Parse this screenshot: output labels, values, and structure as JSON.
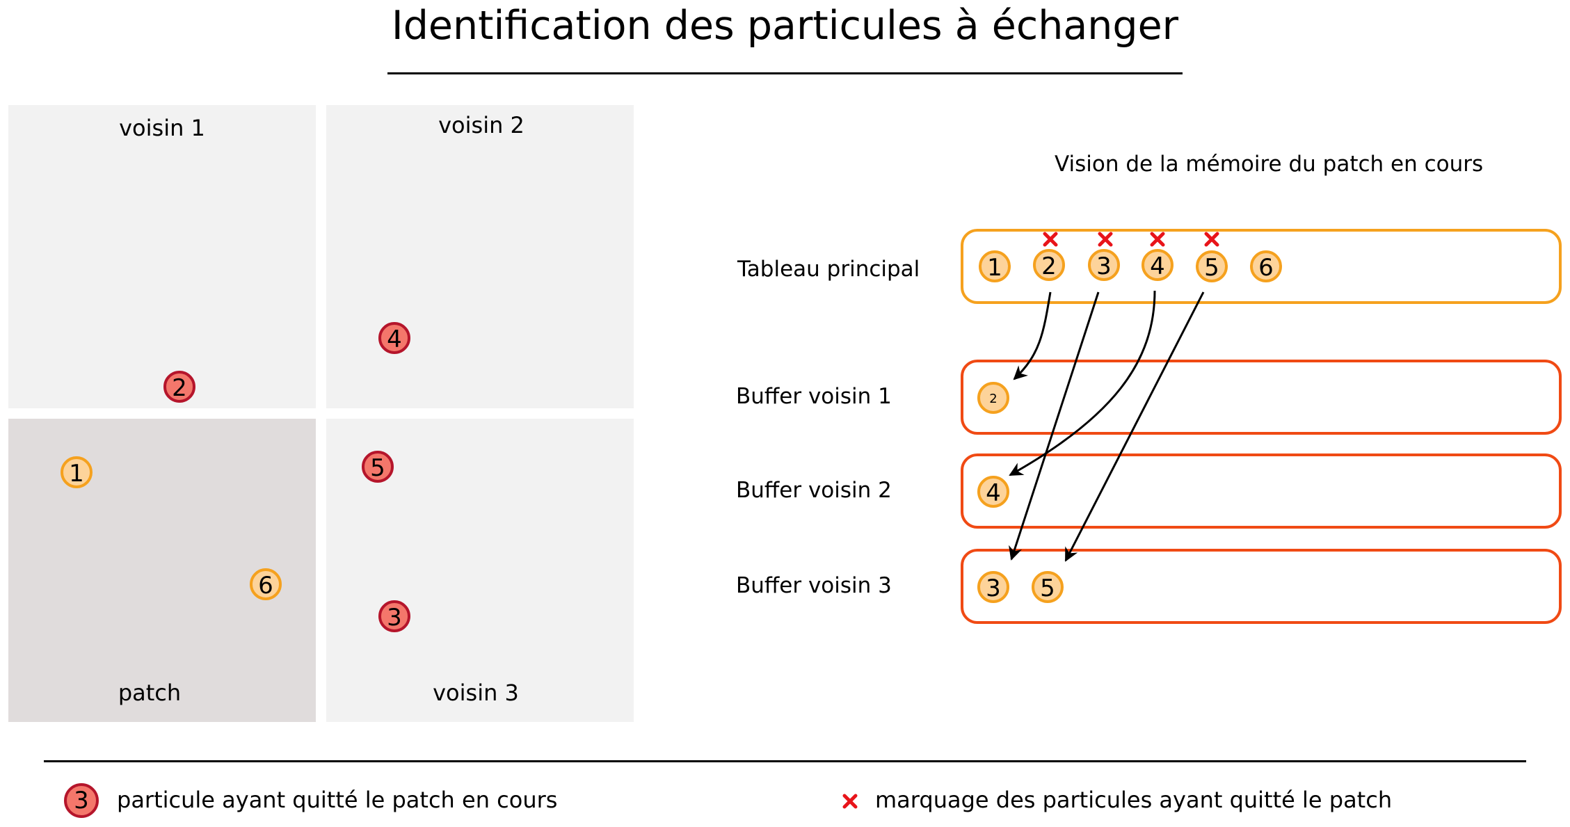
{
  "title": "Identification des particules à échanger",
  "grid": {
    "neighbor1_label": "voisin 1",
    "neighbor2_label": "voisin 2",
    "neighbor3_label": "voisin 3",
    "patch_label": "patch",
    "particles": {
      "p1": "1",
      "p2": "2",
      "p3": "3",
      "p4": "4",
      "p5": "5",
      "p6": "6"
    }
  },
  "memory": {
    "caption": "Vision de la mémoire du patch en cours",
    "main_array_label": "Tableau principal",
    "main_array_items": [
      "1",
      "2",
      "3",
      "4",
      "5",
      "6"
    ],
    "main_array_marked": [
      "2",
      "3",
      "4",
      "5"
    ],
    "buffer1_label": "Buffer voisin 1",
    "buffer1_items": [
      "2"
    ],
    "buffer2_label": "Buffer voisin 2",
    "buffer2_items": [
      "4"
    ],
    "buffer3_label": "Buffer voisin 3",
    "buffer3_items": [
      "3",
      "5"
    ]
  },
  "legend": {
    "sample_number": "3",
    "particle_text": "particule ayant quitté le patch en cours",
    "mark_text": "marquage des particules ayant quitté le patch"
  },
  "colors": {
    "cell_background": "#f2f2f2",
    "patch_background": "#e0dcdc",
    "left_particle_fill": "#f4776b",
    "left_particle_stroke": "#b5152b",
    "kept_particle_fill": "#fdd39a",
    "kept_particle_stroke": "#f5a11e",
    "main_array_border": "#f5a11e",
    "buffer_border": "#f04a14",
    "mark_color": "#e8141a"
  },
  "icons": {
    "mark": "cross-mark-icon",
    "arrow": "arrow-icon"
  }
}
